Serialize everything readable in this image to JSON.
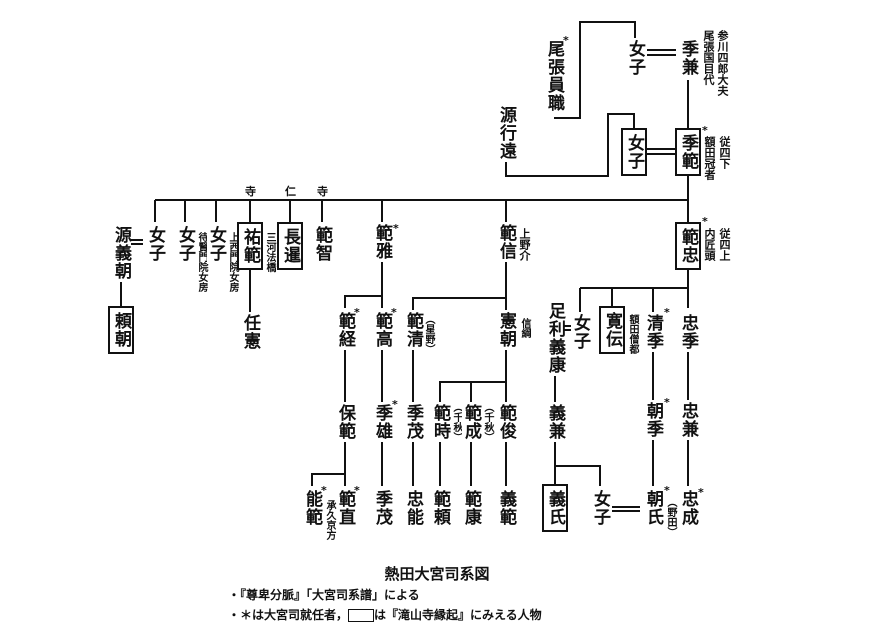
{
  "title": "熱田大宮司系図",
  "captions": {
    "line1": "・『尊卑分脈』「大宮司系譜」による",
    "line2_a": "・＊は大宮司就任者，",
    "line2_b": "は『滝山寺縁起』にみえる人物"
  },
  "temple_label": [
    "寺",
    "仁",
    "寺"
  ],
  "people": {
    "owari_kazumoto": {
      "name": "尾張員職",
      "star": "*"
    },
    "joshi_top": {
      "name": "女子"
    },
    "suekane": {
      "name": "季兼",
      "note1": "参川四郎大夫",
      "note2": "尾張国目代"
    },
    "minamoto_yukito": {
      "name": "源行遠"
    },
    "joshi_boxed": {
      "name": "女子"
    },
    "suenori": {
      "name": "季範",
      "star": "*",
      "note1": "従四下",
      "note2": "額田冠者"
    },
    "minamoto_yoshitomo": {
      "name": "源義朝"
    },
    "yoritomo": {
      "name": "頼朝"
    },
    "joshi_a": {
      "name": "女子"
    },
    "joshi_b": {
      "name": "女子",
      "note": "待賢門院女房"
    },
    "joshi_c": {
      "name": "女子",
      "note": "上西門院女房"
    },
    "yuhan": {
      "name": "祐範",
      "note": "三河法橋"
    },
    "ninken": {
      "name": "任憲"
    },
    "chogen": {
      "name": "長暹"
    },
    "hanchi": {
      "name": "範智"
    },
    "norimasa": {
      "name": "範雅",
      "star": "*"
    },
    "noritsune": {
      "name": "範経",
      "star": "*"
    },
    "noritaka": {
      "name": "範高",
      "star": "*"
    },
    "yasunori": {
      "name": "保範"
    },
    "yoshinori_no": {
      "name": "能範",
      "star": "*"
    },
    "norinao": {
      "name": "範直",
      "star": "*",
      "note": "承久京方"
    },
    "suekata": {
      "name": "季雄",
      "star": "*"
    },
    "suemochi": {
      "name": "季茂"
    },
    "nobunobu": {
      "name": "範信",
      "note": "上野介"
    },
    "norikiyo": {
      "name": "範清",
      "note": "（星野）"
    },
    "suemochi2": {
      "name": "季茂"
    },
    "tadayoshi": {
      "name": "忠能"
    },
    "kencho": {
      "name": "憲朝",
      "note": "信綱"
    },
    "noritoki": {
      "name": "範時",
      "note": "（千秋）"
    },
    "norinari": {
      "name": "範成",
      "note": "（千秋）"
    },
    "norishun": {
      "name": "範俊"
    },
    "noriyori": {
      "name": "範頼"
    },
    "noriyasu": {
      "name": "範康"
    },
    "yoshinori": {
      "name": "義範"
    },
    "noritada": {
      "name": "範忠",
      "star": "*",
      "note1": "従四上",
      "note2": "内匠頭"
    },
    "ashikaga_yoshiyasu": {
      "name": "足利義康"
    },
    "joshi_d": {
      "name": "女子"
    },
    "kanden": {
      "name": "寛伝",
      "note": "額田僧都"
    },
    "kiyosue": {
      "name": "清季",
      "star": "*"
    },
    "tadasue": {
      "name": "忠季"
    },
    "yoshikane": {
      "name": "義兼"
    },
    "tomosue": {
      "name": "朝季",
      "star": "*"
    },
    "tadakane": {
      "name": "忠兼"
    },
    "yoshiuji": {
      "name": "義氏"
    },
    "joshi_e": {
      "name": "女子"
    },
    "tomouji": {
      "name": "朝氏",
      "star": "*",
      "note": "（野田）"
    },
    "tadanari": {
      "name": "忠成",
      "star": "*"
    }
  }
}
